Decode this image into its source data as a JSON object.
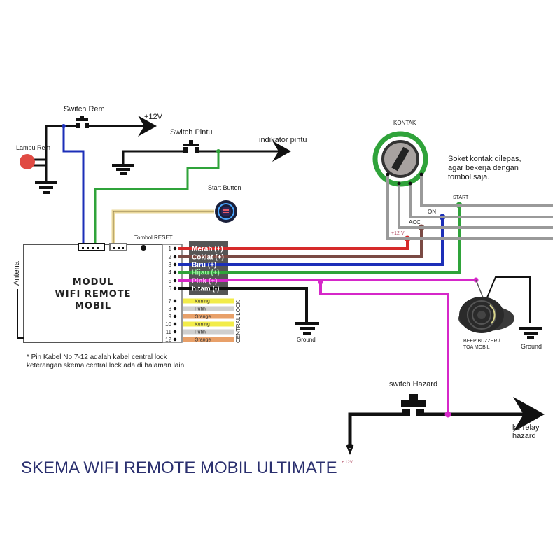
{
  "title": "SKEMA WIFI REMOTE MOBIL ULTIMATE",
  "colors": {
    "red": "#d62a2a",
    "brown": "#7a4a44",
    "blue": "#1c2fb8",
    "green": "#2fa33a",
    "pink": "#d627c9",
    "black": "#111111",
    "yellow": "#f2ec4a",
    "white_wire": "#cfcfcf",
    "orange": "#e8a069",
    "grey_wire": "#9a9a9a",
    "tan": "#e9d79a",
    "title": "#2a2f6e"
  },
  "brake": {
    "switch_label": "Switch Rem",
    "supply_label": "+12V",
    "lamp_label": "Lampu Rem"
  },
  "door": {
    "switch_label": "Switch Pintu",
    "output_label": "indikator pintu"
  },
  "start_button": {
    "label": "Start Button"
  },
  "module": {
    "lines": [
      "MODUL",
      "WIFI REMOTE",
      "MOBIL"
    ],
    "antenna_label": "Antena",
    "reset_label": "Tombol RESET",
    "central_lock_label": "CENTRAL LOCK"
  },
  "pins": [
    {
      "no": "1",
      "label": "Merah (+)",
      "color": "#d62a2a"
    },
    {
      "no": "2",
      "label": "Coklat (+)",
      "color": "#7a4a44"
    },
    {
      "no": "3",
      "label": "Biru (+)",
      "color": "#1c2fb8"
    },
    {
      "no": "4",
      "label": "Hijau (+)",
      "color": "#2fa33a"
    },
    {
      "no": "5",
      "label": "Pink  (+)",
      "color": "#d627c9"
    },
    {
      "no": "6",
      "label": "hitam (-)",
      "color": "#111111"
    },
    {
      "no": "7",
      "label": "Kuning",
      "color": "#f2ec4a"
    },
    {
      "no": "8",
      "label": "Putih",
      "color": "#cfcfcf"
    },
    {
      "no": "9",
      "label": "Orange",
      "color": "#e8a069"
    },
    {
      "no": "10",
      "label": "Kuning",
      "color": "#f2ec4a"
    },
    {
      "no": "11",
      "label": "Putih",
      "color": "#cfcfcf"
    },
    {
      "no": "12",
      "label": "Orange",
      "color": "#e8a069"
    }
  ],
  "ignition": {
    "label": "KONTAK",
    "note_lines": [
      "Soket kontak dilepas,",
      "agar bekerja dengan",
      "tombol saja."
    ],
    "terminals": [
      "START",
      "ON",
      "ACC",
      "+12 V"
    ]
  },
  "ground_label": "Ground",
  "buzzer": {
    "label_lines": [
      "BEEP BUZZER /",
      "TOA MOBIL"
    ],
    "ground_label": "Ground"
  },
  "footnote_lines": [
    "* Pin Kabel No 7-12 adalah kabel central lock",
    "keterangan skema central lock ada di halaman lain"
  ],
  "hazard": {
    "switch_label": "switch Hazard",
    "output_lines": [
      "ke relay",
      "hazard"
    ],
    "supply_label": "+ 12V"
  }
}
